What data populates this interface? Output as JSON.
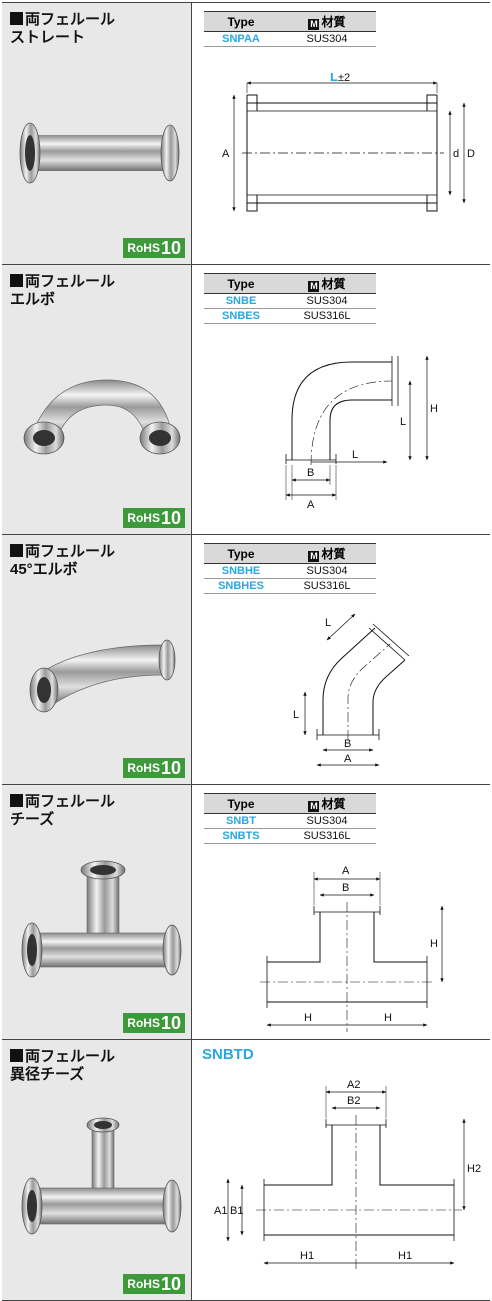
{
  "items": [
    {
      "title": "両フェルール\nストレート",
      "rohs": "RoHS",
      "rohs_num": "10",
      "table": {
        "type_header": "Type",
        "mat_header": "材質",
        "mat_mark": "M",
        "rows": [
          {
            "type": "SNPAA",
            "material": "SUS304"
          }
        ]
      },
      "dims": {
        "l": "L",
        "tol": "±2",
        "a": "A",
        "d": "d",
        "dd": "D"
      }
    },
    {
      "title": "両フェルール\nエルボ",
      "rohs": "RoHS",
      "rohs_num": "10",
      "table": {
        "type_header": "Type",
        "mat_header": "材質",
        "mat_mark": "M",
        "rows": [
          {
            "type": "SNBE",
            "material": "SUS304"
          },
          {
            "type": "SNBES",
            "material": "SUS316L"
          }
        ]
      },
      "dims": {
        "l": "L",
        "h": "H",
        "b": "B",
        "a": "A"
      }
    },
    {
      "title": "両フェルール\n45°エルボ",
      "rohs": "RoHS",
      "rohs_num": "10",
      "table": {
        "type_header": "Type",
        "mat_header": "材質",
        "mat_mark": "M",
        "rows": [
          {
            "type": "SNBHE",
            "material": "SUS304"
          },
          {
            "type": "SNBHES",
            "material": "SUS316L"
          }
        ]
      },
      "dims": {
        "l": "L",
        "b": "B",
        "a": "A"
      }
    },
    {
      "title": "両フェルール\nチーズ",
      "rohs": "RoHS",
      "rohs_num": "10",
      "table": {
        "type_header": "Type",
        "mat_header": "材質",
        "mat_mark": "M",
        "rows": [
          {
            "type": "SNBT",
            "material": "SUS304"
          },
          {
            "type": "SNBTS",
            "material": "SUS316L"
          }
        ]
      },
      "dims": {
        "a": "A",
        "b": "B",
        "h": "H"
      }
    },
    {
      "title": "両フェルール\n異径チーズ",
      "rohs": "RoHS",
      "rohs_num": "10",
      "type_name": "SNBTD",
      "dims": {
        "a2": "A2",
        "b2": "B2",
        "h2": "H2",
        "a1": "A1",
        "b1": "B1",
        "h1": "H1"
      }
    }
  ]
}
